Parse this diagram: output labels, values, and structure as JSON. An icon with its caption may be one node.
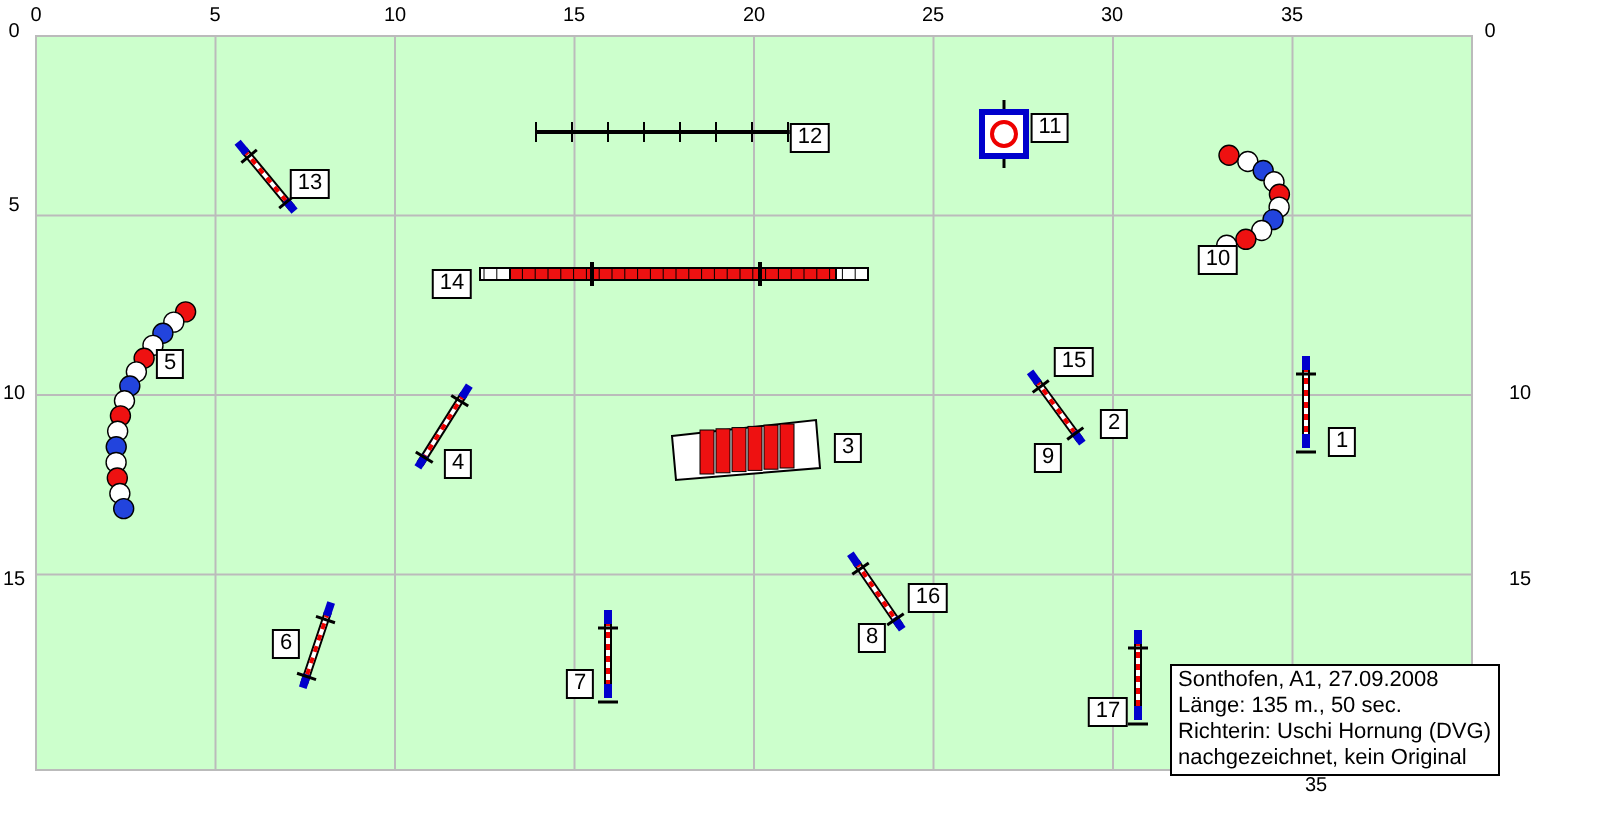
{
  "diagram": {
    "nodes": [
      {
        "text": [
          "1"
        ]
      },
      {
        "text": [
          "2"
        ]
      },
      {
        "text": [
          "3"
        ]
      },
      {
        "text": [
          "4"
        ]
      },
      {
        "text": [
          "5"
        ]
      },
      {
        "text": [
          "6"
        ]
      },
      {
        "text": [
          "7"
        ]
      },
      {
        "text": [
          "8"
        ]
      },
      {
        "text": [
          "9"
        ]
      },
      {
        "text": [
          "10"
        ]
      },
      {
        "text": [
          "11"
        ]
      },
      {
        "text": [
          "12"
        ]
      },
      {
        "text": [
          "13"
        ]
      },
      {
        "text": [
          "14"
        ]
      },
      {
        "text": [
          "15"
        ]
      },
      {
        "text": [
          "16"
        ]
      },
      {
        "text": [
          "17"
        ]
      },
      {
        "text": [
          "Sonthofen, A1, 27.09.2008",
          "Länge: 135 m., 50 sec.",
          "Richterin: Uschi Hornung (DVG)",
          "nachgezeichnet, kein Original"
        ]
      }
    ],
    "labels": [
      "0",
      "5",
      "10",
      "15",
      "20",
      "25",
      "30",
      "35",
      "0",
      "0",
      "5",
      "10",
      "15",
      "10",
      "15",
      "35"
    ]
  }
}
